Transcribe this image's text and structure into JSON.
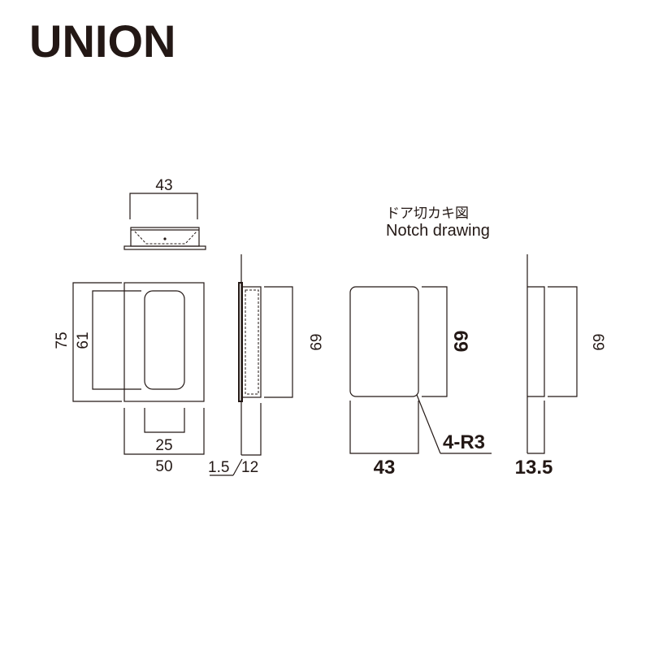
{
  "brand": "UNION",
  "notch": {
    "title_jp": "ドア切カキ図",
    "title_en": "Notch drawing"
  },
  "dims": {
    "top_width": "43",
    "front_height_outer": "75",
    "front_height_inner": "61",
    "front_pocket_width": "25",
    "front_width": "50",
    "side_flange": "1.5",
    "side_depth": "12",
    "side_height": "69",
    "notch_height": "69",
    "notch_width": "43",
    "notch_radius": "4-R3",
    "notch_side_height": "69",
    "notch_side_depth": "13.5"
  },
  "colors": {
    "line": "#231815",
    "background": "#ffffff"
  }
}
